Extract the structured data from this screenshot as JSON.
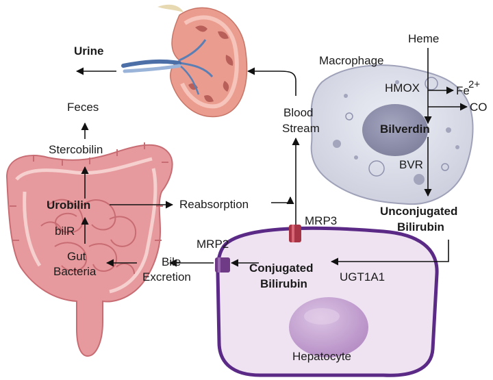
{
  "labels": {
    "urine": "Urine",
    "feces": "Feces",
    "stercobilin": "Stercobilin",
    "urobilin": "Urobilin",
    "bilr": "bilR",
    "gut_bacteria_1": "Gut",
    "gut_bacteria_2": "Bacteria",
    "reabsorption": "Reabsorption",
    "blood_stream_1": "Blood",
    "blood_stream_2": "Stream",
    "macrophage": "Macrophage",
    "heme": "Heme",
    "hmox": "HMOX",
    "fe": "Fe",
    "fe_charge": "2+",
    "co": "CO",
    "bilverdin": "Bilverdin",
    "bvr": "BVR",
    "unconjugated_1": "Unconjugated",
    "unconjugated_2": "Bilirubin",
    "mrp3": "MRP3",
    "mrp2": "MRP2",
    "conjugated_1": "Conjugated",
    "conjugated_2": "Bilirubin",
    "ugt1a1": "UGT1A1",
    "bile_1": "Bile",
    "bile_2": "Excretion",
    "hepatocyte": "Hepatocyte"
  },
  "colors": {
    "hepatocyte_fill": "#efe3f2",
    "hepatocyte_border": "#5b2a86",
    "nucleus": "#c7a6d3",
    "macrophage_fill": "#d9dbe6",
    "macrophage_nucleus": "#8b8ca8",
    "intestine": "#e79a9d",
    "intestine_dark": "#c86c73",
    "kidney": "#ea9c8f",
    "transporter": "#a73444"
  }
}
